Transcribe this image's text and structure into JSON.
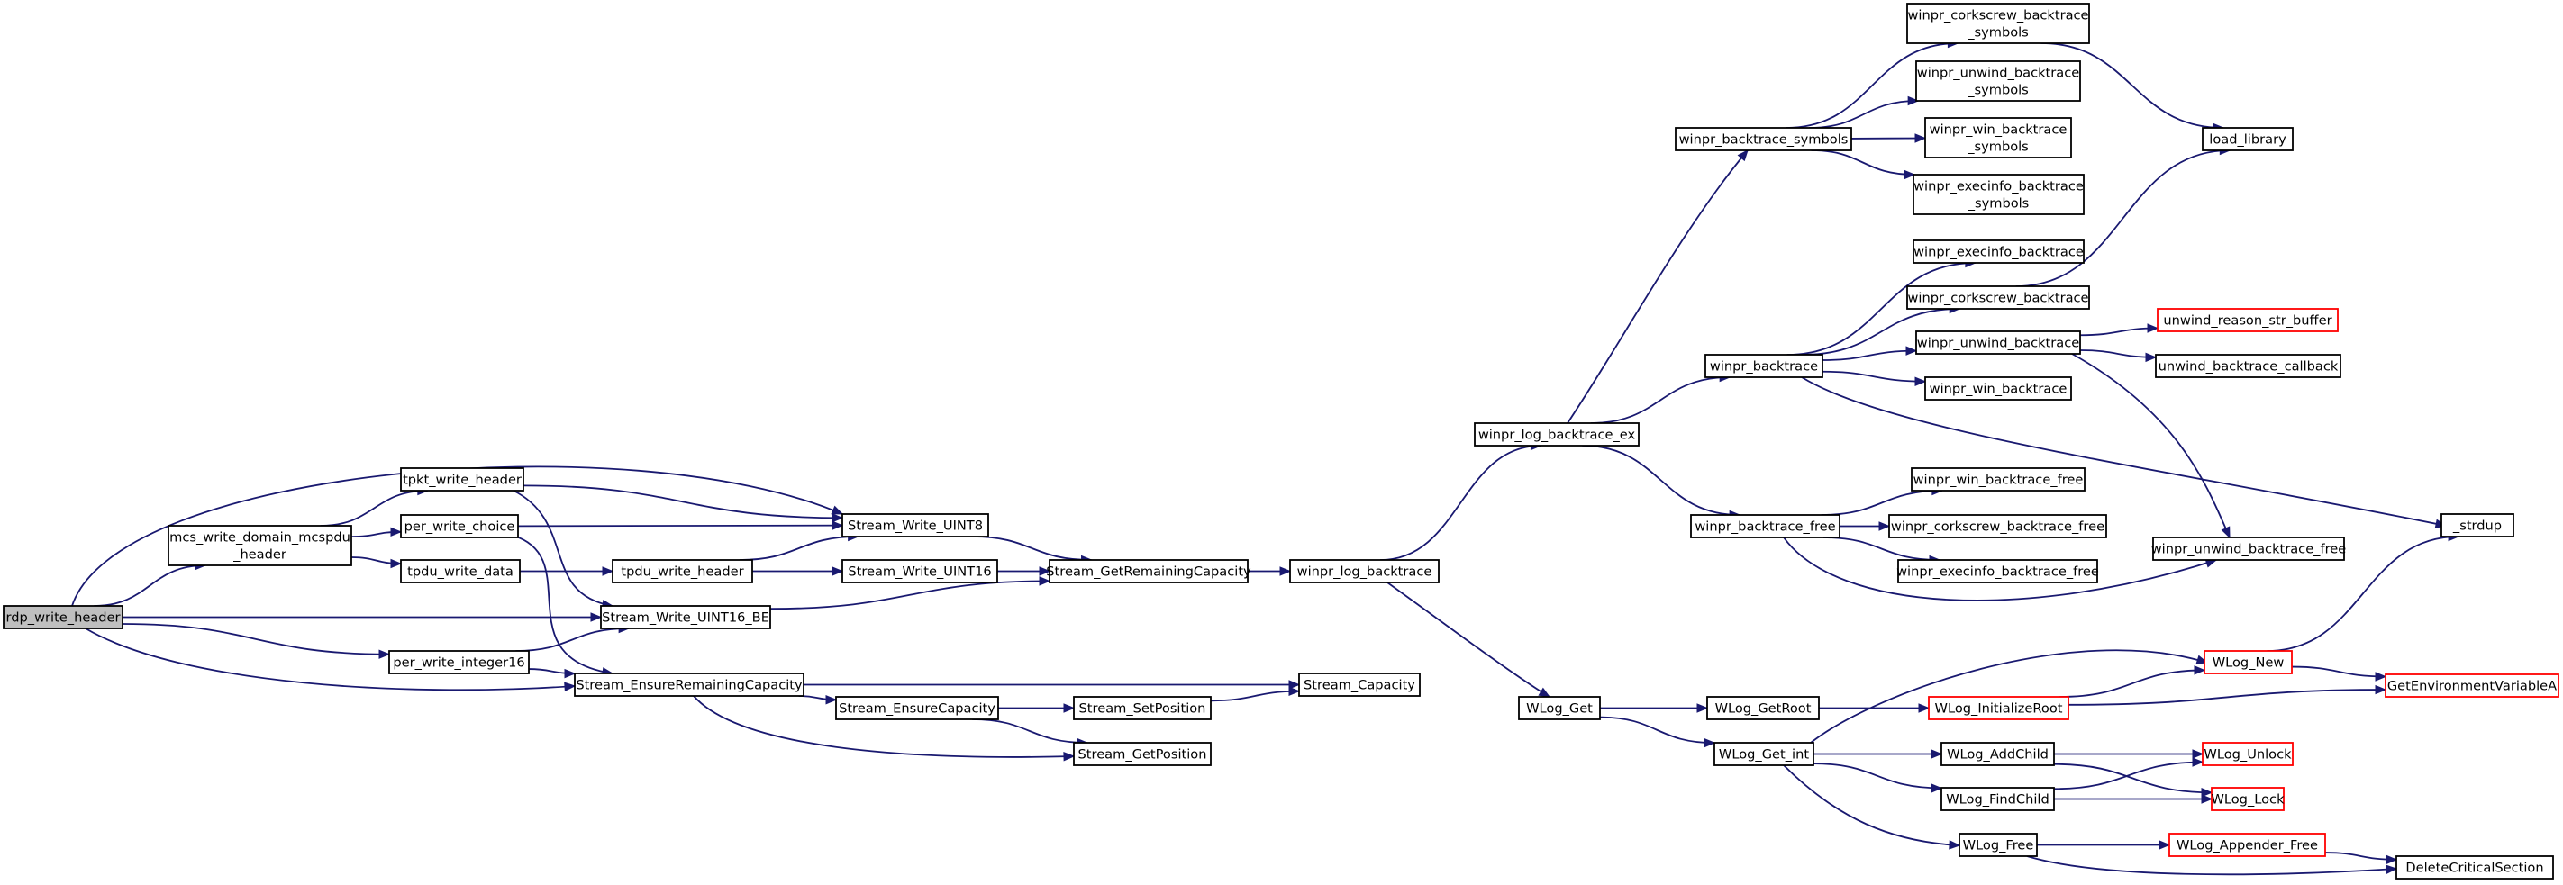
{
  "colors": {
    "edge": "#191970",
    "root_fill": "#bfbfbf",
    "node_stroke": "#000000",
    "truncated_stroke": "#ff0000"
  },
  "nodes": {
    "rdp_write_header": {
      "label": [
        "rdp_write_header"
      ],
      "root": true
    },
    "mcs_write_domain_mcspdu_header": {
      "label": [
        "mcs_write_domain_mcspdu",
        "_header"
      ]
    },
    "tpkt_write_header": {
      "label": [
        "tpkt_write_header"
      ]
    },
    "per_write_choice": {
      "label": [
        "per_write_choice"
      ]
    },
    "tpdu_write_data": {
      "label": [
        "tpdu_write_data"
      ]
    },
    "per_write_integer16": {
      "label": [
        "per_write_integer16"
      ]
    },
    "tpdu_write_header": {
      "label": [
        "tpdu_write_header"
      ]
    },
    "Stream_Write_UINT8": {
      "label": [
        "Stream_Write_UINT8"
      ]
    },
    "Stream_Write_UINT16": {
      "label": [
        "Stream_Write_UINT16"
      ]
    },
    "Stream_Write_UINT16_BE": {
      "label": [
        "Stream_Write_UINT16_BE"
      ]
    },
    "Stream_EnsureRemainingCapacity": {
      "label": [
        "Stream_EnsureRemainingCapacity"
      ]
    },
    "Stream_EnsureCapacity": {
      "label": [
        "Stream_EnsureCapacity"
      ]
    },
    "Stream_GetRemainingCapacity": {
      "label": [
        "Stream_GetRemainingCapacity"
      ]
    },
    "Stream_SetPosition": {
      "label": [
        "Stream_SetPosition"
      ]
    },
    "Stream_GetPosition": {
      "label": [
        "Stream_GetPosition"
      ]
    },
    "Stream_Capacity": {
      "label": [
        "Stream_Capacity"
      ]
    },
    "winpr_log_backtrace": {
      "label": [
        "winpr_log_backtrace"
      ]
    },
    "winpr_log_backtrace_ex": {
      "label": [
        "winpr_log_backtrace_ex"
      ]
    },
    "WLog_Get": {
      "label": [
        "WLog_Get"
      ]
    },
    "winpr_backtrace_symbols": {
      "label": [
        "winpr_backtrace_symbols"
      ]
    },
    "winpr_backtrace": {
      "label": [
        "winpr_backtrace"
      ]
    },
    "winpr_backtrace_free": {
      "label": [
        "winpr_backtrace_free"
      ]
    },
    "WLog_GetRoot": {
      "label": [
        "WLog_GetRoot"
      ]
    },
    "WLog_Get_int": {
      "label": [
        "WLog_Get_int"
      ]
    },
    "winpr_corkscrew_backtrace_symbols": {
      "label": [
        "winpr_corkscrew_backtrace",
        "_symbols"
      ]
    },
    "winpr_unwind_backtrace_symbols": {
      "label": [
        "winpr_unwind_backtrace",
        "_symbols"
      ]
    },
    "winpr_win_backtrace_symbols": {
      "label": [
        "winpr_win_backtrace",
        "_symbols"
      ]
    },
    "winpr_execinfo_backtrace_symbols": {
      "label": [
        "winpr_execinfo_backtrace",
        "_symbols"
      ]
    },
    "winpr_execinfo_backtrace": {
      "label": [
        "winpr_execinfo_backtrace"
      ]
    },
    "winpr_corkscrew_backtrace": {
      "label": [
        "winpr_corkscrew_backtrace"
      ]
    },
    "winpr_unwind_backtrace": {
      "label": [
        "winpr_unwind_backtrace"
      ]
    },
    "winpr_win_backtrace": {
      "label": [
        "winpr_win_backtrace"
      ]
    },
    "winpr_win_backtrace_free": {
      "label": [
        "winpr_win_backtrace_free"
      ]
    },
    "winpr_corkscrew_backtrace_free": {
      "label": [
        "winpr_corkscrew_backtrace_free"
      ]
    },
    "winpr_execinfo_backtrace_free": {
      "label": [
        "winpr_execinfo_backtrace_free"
      ]
    },
    "WLog_InitializeRoot": {
      "label": [
        "WLog_InitializeRoot"
      ],
      "truncated": true
    },
    "WLog_AddChild": {
      "label": [
        "WLog_AddChild"
      ]
    },
    "WLog_FindChild": {
      "label": [
        "WLog_FindChild"
      ]
    },
    "WLog_Free": {
      "label": [
        "WLog_Free"
      ]
    },
    "load_library": {
      "label": [
        "load_library"
      ]
    },
    "unwind_reason_str_buffer": {
      "label": [
        "unwind_reason_str_buffer"
      ],
      "truncated": true
    },
    "unwind_backtrace_callback": {
      "label": [
        "unwind_backtrace_callback"
      ]
    },
    "winpr_unwind_backtrace_free": {
      "label": [
        "winpr_unwind_backtrace_free"
      ]
    },
    "WLog_New": {
      "label": [
        "WLog_New"
      ],
      "truncated": true
    },
    "WLog_Unlock": {
      "label": [
        "WLog_Unlock"
      ],
      "truncated": true
    },
    "WLog_Lock": {
      "label": [
        "WLog_Lock"
      ],
      "truncated": true
    },
    "WLog_Appender_Free": {
      "label": [
        "WLog_Appender_Free"
      ],
      "truncated": true
    },
    "_strdup": {
      "label": [
        "_strdup"
      ]
    },
    "GetEnvironmentVariableA": {
      "label": [
        "GetEnvironmentVariableA"
      ],
      "truncated": true
    },
    "DeleteCriticalSection": {
      "label": [
        "DeleteCriticalSection"
      ]
    }
  },
  "edges": [
    [
      "rdp_write_header",
      "mcs_write_domain_mcspdu_header"
    ],
    [
      "rdp_write_header",
      "Stream_Write_UINT8"
    ],
    [
      "rdp_write_header",
      "Stream_Write_UINT16_BE"
    ],
    [
      "rdp_write_header",
      "per_write_integer16"
    ],
    [
      "rdp_write_header",
      "Stream_EnsureRemainingCapacity"
    ],
    [
      "mcs_write_domain_mcspdu_header",
      "tpkt_write_header"
    ],
    [
      "mcs_write_domain_mcspdu_header",
      "per_write_choice"
    ],
    [
      "mcs_write_domain_mcspdu_header",
      "tpdu_write_data"
    ],
    [
      "tpkt_write_header",
      "Stream_Write_UINT8"
    ],
    [
      "tpkt_write_header",
      "Stream_Write_UINT16_BE"
    ],
    [
      "per_write_choice",
      "Stream_Write_UINT8"
    ],
    [
      "per_write_choice",
      "Stream_EnsureRemainingCapacity"
    ],
    [
      "tpdu_write_data",
      "tpdu_write_header"
    ],
    [
      "tpdu_write_header",
      "Stream_Write_UINT8"
    ],
    [
      "tpdu_write_header",
      "Stream_Write_UINT16"
    ],
    [
      "per_write_integer16",
      "Stream_Write_UINT16_BE"
    ],
    [
      "per_write_integer16",
      "Stream_EnsureRemainingCapacity"
    ],
    [
      "Stream_Write_UINT8",
      "Stream_GetRemainingCapacity"
    ],
    [
      "Stream_Write_UINT16",
      "Stream_GetRemainingCapacity"
    ],
    [
      "Stream_Write_UINT16_BE",
      "Stream_GetRemainingCapacity"
    ],
    [
      "Stream_EnsureRemainingCapacity",
      "Stream_Capacity"
    ],
    [
      "Stream_EnsureRemainingCapacity",
      "Stream_EnsureCapacity"
    ],
    [
      "Stream_EnsureRemainingCapacity",
      "Stream_GetPosition"
    ],
    [
      "Stream_EnsureCapacity",
      "Stream_SetPosition"
    ],
    [
      "Stream_EnsureCapacity",
      "Stream_GetPosition"
    ],
    [
      "Stream_SetPosition",
      "Stream_Capacity"
    ],
    [
      "Stream_GetRemainingCapacity",
      "winpr_log_backtrace"
    ],
    [
      "winpr_log_backtrace",
      "winpr_log_backtrace_ex"
    ],
    [
      "winpr_log_backtrace",
      "WLog_Get"
    ],
    [
      "winpr_log_backtrace_ex",
      "winpr_backtrace_symbols"
    ],
    [
      "winpr_log_backtrace_ex",
      "winpr_backtrace"
    ],
    [
      "winpr_log_backtrace_ex",
      "winpr_backtrace_free"
    ],
    [
      "winpr_backtrace_symbols",
      "winpr_corkscrew_backtrace_symbols"
    ],
    [
      "winpr_backtrace_symbols",
      "winpr_unwind_backtrace_symbols"
    ],
    [
      "winpr_backtrace_symbols",
      "winpr_win_backtrace_symbols"
    ],
    [
      "winpr_backtrace_symbols",
      "winpr_execinfo_backtrace_symbols"
    ],
    [
      "winpr_corkscrew_backtrace_symbols",
      "load_library"
    ],
    [
      "winpr_backtrace",
      "winpr_execinfo_backtrace"
    ],
    [
      "winpr_backtrace",
      "winpr_corkscrew_backtrace"
    ],
    [
      "winpr_backtrace",
      "winpr_unwind_backtrace"
    ],
    [
      "winpr_backtrace",
      "winpr_win_backtrace"
    ],
    [
      "winpr_backtrace",
      "_strdup"
    ],
    [
      "winpr_corkscrew_backtrace",
      "load_library"
    ],
    [
      "winpr_unwind_backtrace",
      "unwind_reason_str_buffer"
    ],
    [
      "winpr_unwind_backtrace",
      "unwind_backtrace_callback"
    ],
    [
      "winpr_unwind_backtrace",
      "winpr_unwind_backtrace_free"
    ],
    [
      "winpr_backtrace_free",
      "winpr_win_backtrace_free"
    ],
    [
      "winpr_backtrace_free",
      "winpr_corkscrew_backtrace_free"
    ],
    [
      "winpr_backtrace_free",
      "winpr_execinfo_backtrace_free"
    ],
    [
      "winpr_backtrace_free",
      "winpr_unwind_backtrace_free"
    ],
    [
      "WLog_Get",
      "WLog_GetRoot"
    ],
    [
      "WLog_Get",
      "WLog_Get_int"
    ],
    [
      "WLog_GetRoot",
      "WLog_InitializeRoot"
    ],
    [
      "WLog_InitializeRoot",
      "WLog_New"
    ],
    [
      "WLog_InitializeRoot",
      "GetEnvironmentVariableA"
    ],
    [
      "WLog_Get_int",
      "WLog_New"
    ],
    [
      "WLog_Get_int",
      "WLog_AddChild"
    ],
    [
      "WLog_Get_int",
      "WLog_FindChild"
    ],
    [
      "WLog_Get_int",
      "WLog_Free"
    ],
    [
      "WLog_New",
      "_strdup"
    ],
    [
      "WLog_New",
      "GetEnvironmentVariableA"
    ],
    [
      "WLog_AddChild",
      "WLog_Unlock"
    ],
    [
      "WLog_AddChild",
      "WLog_Lock"
    ],
    [
      "WLog_FindChild",
      "WLog_Unlock"
    ],
    [
      "WLog_FindChild",
      "WLog_Lock"
    ],
    [
      "WLog_Free",
      "WLog_Appender_Free"
    ],
    [
      "WLog_Free",
      "DeleteCriticalSection"
    ],
    [
      "WLog_Appender_Free",
      "DeleteCriticalSection"
    ]
  ]
}
